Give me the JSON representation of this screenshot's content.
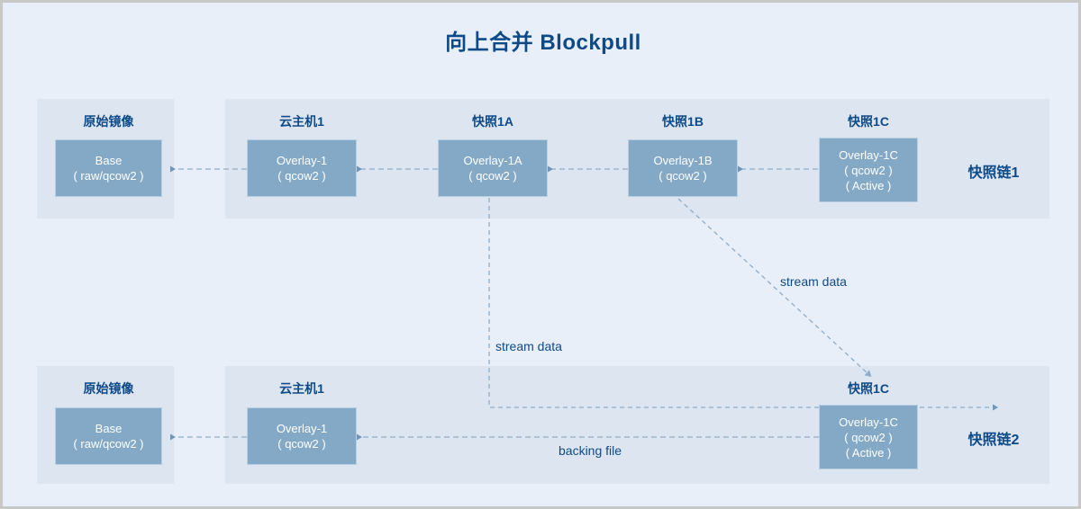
{
  "title": "向上合并 Blockpull",
  "colors": {
    "canvas_bg": "#e9eff9",
    "panel_bg": "#dde5f0",
    "node_fill": "#83a9c7",
    "node_border": "#b9d0e2",
    "text_accent": "#0d4a87",
    "wire": "#8fadc9",
    "canvas_border": "#c8c8c8"
  },
  "chains": [
    {
      "name": "快照链1",
      "nodes": [
        {
          "caption": "原始镜像",
          "lines": [
            "Base",
            "( raw/qcow2 )"
          ]
        },
        {
          "caption": "云主机1",
          "lines": [
            "Overlay-1",
            "( qcow2 )"
          ]
        },
        {
          "caption": "快照1A",
          "lines": [
            "Overlay-1A",
            "( qcow2 )"
          ]
        },
        {
          "caption": "快照1B",
          "lines": [
            "Overlay-1B",
            "( qcow2 )"
          ]
        },
        {
          "caption": "快照1C",
          "lines": [
            "Overlay-1C",
            "( qcow2 )",
            "( Active )"
          ]
        }
      ]
    },
    {
      "name": "快照链2",
      "nodes": [
        {
          "caption": "原始镜像",
          "lines": [
            "Base",
            "( raw/qcow2 )"
          ]
        },
        {
          "caption": "云主机1",
          "lines": [
            "Overlay-1",
            "( qcow2 )"
          ]
        },
        {
          "caption": "快照1C",
          "lines": [
            "Overlay-1C",
            "( qcow2 )",
            "( Active )"
          ]
        }
      ]
    }
  ],
  "edge_labels": {
    "stream_data_vertical": "stream data",
    "stream_data_diagonal": "stream data",
    "backing_file": "backing file"
  }
}
